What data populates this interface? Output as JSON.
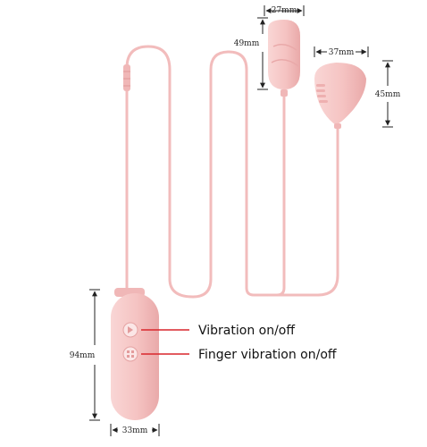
{
  "dimensions": {
    "bullet_width": "27mm",
    "bullet_height": "49mm",
    "finger_width": "37mm",
    "finger_height": "45mm",
    "remote_height": "94mm",
    "remote_width": "33mm"
  },
  "annotations": {
    "vibration": "Vibration on/off",
    "finger_vibration": "Finger vibration on/off"
  },
  "colors": {
    "product": "#f6c9c8",
    "product_shade": "#eeb0b0",
    "cable": "#f2bcbc",
    "button": "#fbe6e6",
    "dimension_line": "#222222",
    "callout_line": "#d9262c"
  }
}
